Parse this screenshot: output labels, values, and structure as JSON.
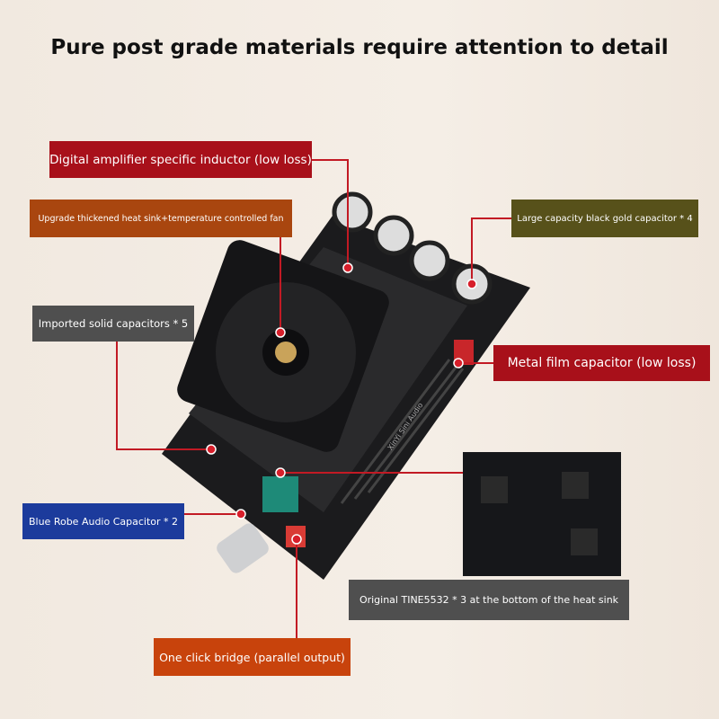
{
  "title": "Pure post grade materials require attention to detail",
  "callouts": {
    "inductor": "Digital amplifier specific inductor (low loss)",
    "heatsink": "Upgrade thickened heat sink+temperature controlled fan",
    "solid_caps": "Imported solid capacitors * 5",
    "black_gold": "Large capacity black gold capacitor * 4",
    "metal_film": "Metal film capacitor (low loss)",
    "blue_robe": "Blue Robe Audio Capacitor * 2",
    "tine5532": "Original TINE5532 * 3 at the bottom of the heat sink",
    "bridge": "One click bridge (parallel output)"
  },
  "board_silkscreen": "XinYi Sini Audio",
  "colors": {
    "red": "#a8101a",
    "orange": "#a9460f",
    "gray": "#4f4f4f",
    "olive": "#57511a",
    "blue": "#1c3b9c",
    "orange2": "#c8430c"
  }
}
